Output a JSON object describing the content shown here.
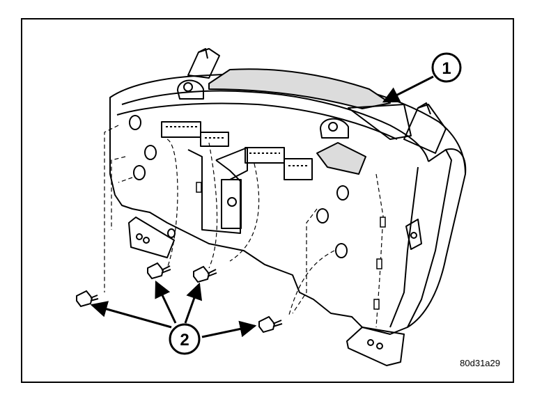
{
  "callouts": [
    {
      "id": "callout-1",
      "label": "1"
    },
    {
      "id": "callout-2",
      "label": "2"
    }
  ],
  "figure_code": "80d31a29",
  "colors": {
    "ink": "#000000",
    "paper": "#ffffff",
    "shade": "#dcdcdc"
  }
}
